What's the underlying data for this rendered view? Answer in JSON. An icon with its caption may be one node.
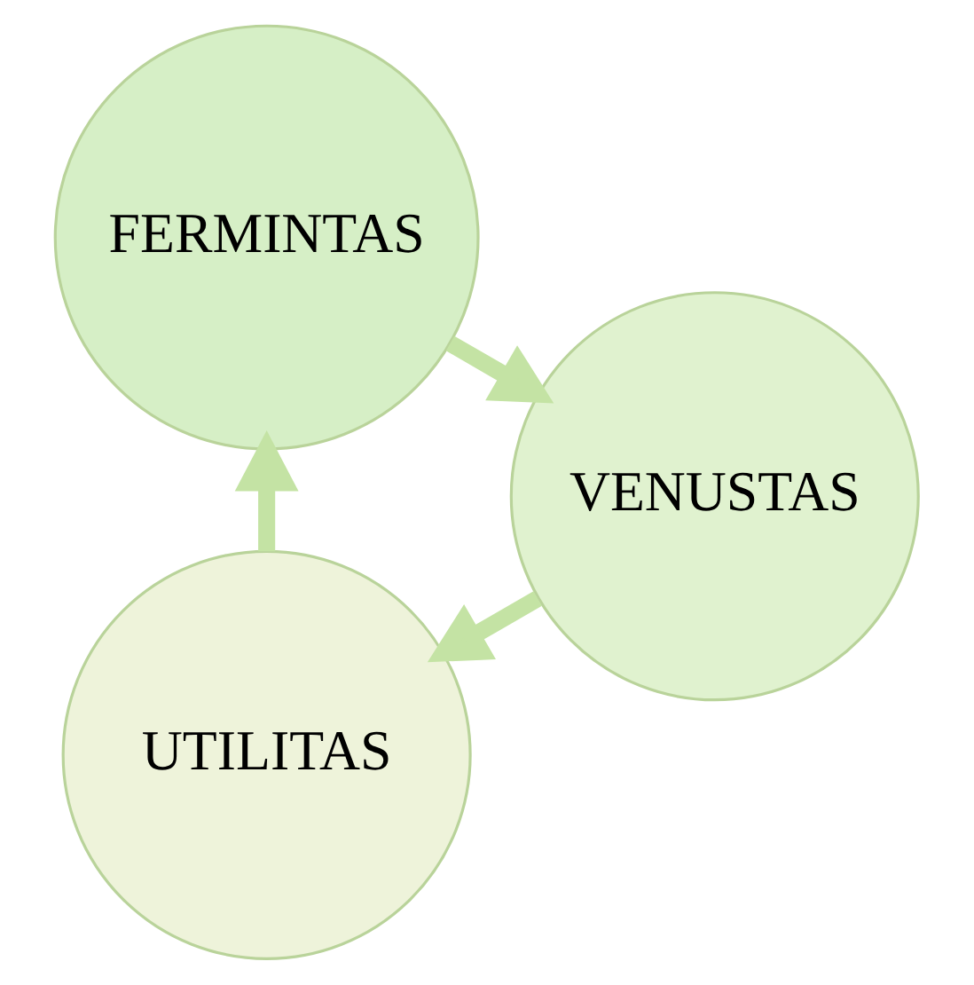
{
  "diagram": {
    "nodes": [
      {
        "text": [
          "UTILITAS"
        ]
      },
      {
        "text": [
          "FERMINTAS"
        ]
      },
      {
        "text": [
          "VENUSTAS"
        ]
      }
    ],
    "edges": [
      {
        "from": 0,
        "to": 1,
        "arrow": "to"
      },
      {
        "from": 1,
        "to": 2,
        "arrow": "to"
      },
      {
        "from": 2,
        "to": 0,
        "arrow": "to"
      }
    ]
  }
}
